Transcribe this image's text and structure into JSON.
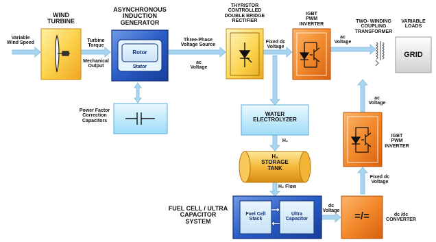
{
  "colors": {
    "arrow": "#a9d5f1",
    "arrow_edge": "#7fb9de",
    "orange": "#f07a1a",
    "wind_yellow": "#fbd24a",
    "blue_dark": "#1f4fb5",
    "light_blue": "#cfeefe",
    "grid_gray": "#e7e7e7"
  },
  "labels": {
    "variable_wind_speed": "Variable\nWind Speed",
    "wind_turbine": "WIND\nTURBINE",
    "turbine_torque": "Turbine\nTorque",
    "mechanical_output": "Mechanical\nOutput",
    "generator_title": "ASYNCHRONOUS\nINDUCTION\nGENERATOR",
    "rotor": "Rotor",
    "stator": "Stator",
    "three_phase": "Three-Phase\nVoltage Source",
    "ac_voltage_1": "ac\nVoltage",
    "rectifier_title": "THYRISTOR\nCONTROLLED\nDOUBLE BRIDGE\nRECTIFIER",
    "fixed_dc_1": "Fixed dc\nVoltage",
    "igbt_top_title": "IGBT\nPWM\nINVERTER",
    "ac_voltage_2": "ac\nVoltage",
    "transformer_title": "TWO- WINDING\nCOUPLING\nTRANSFORMER",
    "variable_loads": "VARIABLE\nLOADS",
    "grid": "GRID",
    "pf_caps": "Power Factor\nCorrection\nCapacitors",
    "electrolyzer": "WATER\nELECTROLYZER",
    "h2_1": "H₂",
    "storage_tank": "H₂\nSTORAGE\nTANK",
    "h2_flow": "H₂ Flow",
    "ac_voltage_3": "ac\nVoltage",
    "igbt_right_title": "IGBT\nPWM\nINVERTER",
    "fixed_dc_2": "Fixed dc\nVoltage",
    "fuel_cell_system": "FUEL CELL / ULTRA\nCAPACITOR\nSYSTEM",
    "fuel_cell_stack": "Fuel Cell\nStack",
    "ultra_capacitor": "Ultra\nCapacitor",
    "dc_voltage": "dc\nVoltage",
    "converter_symbol": "=/=",
    "dc_dc_converter": "dc /dc\nCONVERTER"
  }
}
